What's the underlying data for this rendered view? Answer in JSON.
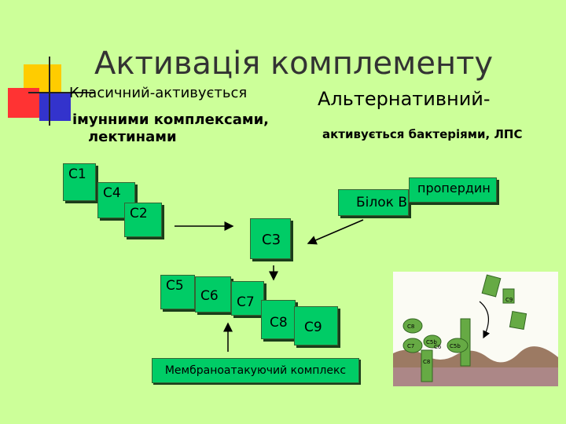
{
  "title": "Активація комплементу",
  "classical": {
    "line1": "Класичний-активується",
    "line2": "імунними комплексами,",
    "line3": "лектинами"
  },
  "alternative": {
    "line1": "Альтернативний-",
    "line2": "активується бактеріями, ЛПС"
  },
  "boxes": {
    "c1": "C1",
    "c4": "C4",
    "c2": "C2",
    "c3": "C3",
    "c5": "C5",
    "c6": "C6",
    "c7": "C7",
    "c8": "C8",
    "c9": "C9",
    "factor_b": "Білок В",
    "properdin": "пропердин",
    "membrane_attack_complex": "Мембраноатакуючий комплекс"
  },
  "illustration": {
    "labels": [
      "C9",
      "C8",
      "C7",
      "C5b",
      "C5b",
      "C6",
      "C8"
    ]
  },
  "colors": {
    "background": "#ccff99",
    "box_fill": "#00cc66",
    "box_border": "#336633",
    "accent_yellow": "#ffcc00",
    "accent_red": "#ff3333",
    "accent_blue": "#3333cc"
  }
}
